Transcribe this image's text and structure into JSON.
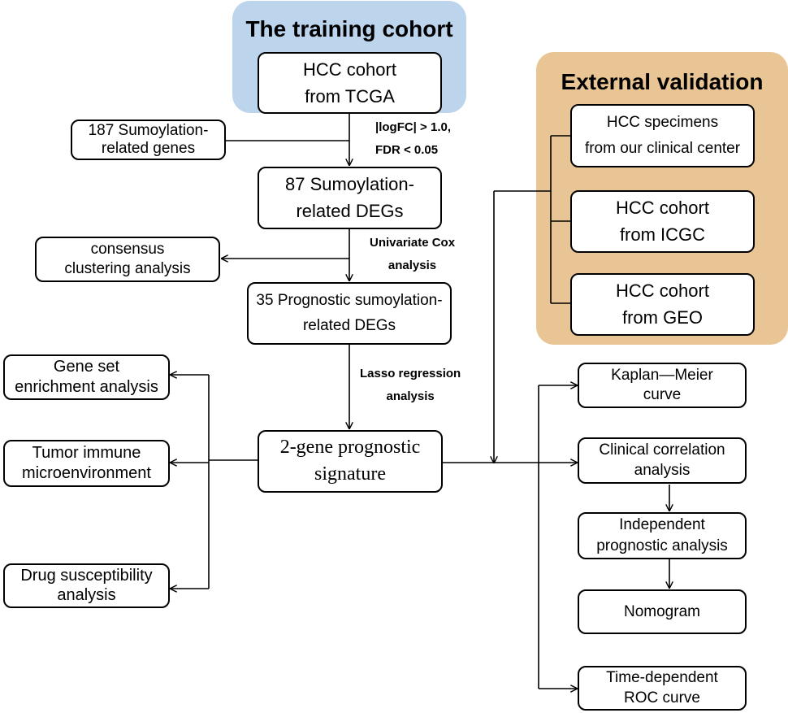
{
  "training_panel": {
    "title": "The training cohort",
    "color": "#bcd4ec"
  },
  "validation_panel": {
    "title": "External validation",
    "color": "#e9c495"
  },
  "boxes": {
    "hcc_tcga": [
      "HCC cohort",
      "from TCGA"
    ],
    "sumo_genes": [
      "187 Sumoylation-",
      "related genes"
    ],
    "deg87": [
      "87 Sumoylation-",
      "related DEGs"
    ],
    "consensus": [
      "consensus",
      "clustering analysis"
    ],
    "deg35": [
      "35 Prognostic sumoylation-",
      "related DEGs"
    ],
    "signature": [
      "2-gene prognostic",
      "signature"
    ],
    "gsea": [
      "Gene set",
      "enrichment analysis"
    ],
    "tumor_immune": [
      "Tumor immune",
      "microenvironment"
    ],
    "drug": [
      "Drug susceptibility",
      "analysis"
    ],
    "specimens": [
      "HCC specimens",
      "from our clinical center"
    ],
    "icgc": [
      "HCC cohort",
      "from ICGC"
    ],
    "geo": [
      "HCC cohort",
      "from GEO"
    ],
    "km": [
      "Kaplan—Meier",
      "curve"
    ],
    "clinical": [
      "Clinical correlation",
      "analysis"
    ],
    "independent": [
      "Independent",
      "prognostic analysis"
    ],
    "nomogram": [
      "Nomogram"
    ],
    "roc": [
      "Time-dependent",
      "ROC curve"
    ]
  },
  "labels": {
    "filter": [
      "|logFC| > 1.0,",
      "FDR < 0.05"
    ],
    "cox": [
      "Univariate Cox",
      "analysis"
    ],
    "lasso": [
      "Lasso regression",
      "analysis"
    ]
  }
}
